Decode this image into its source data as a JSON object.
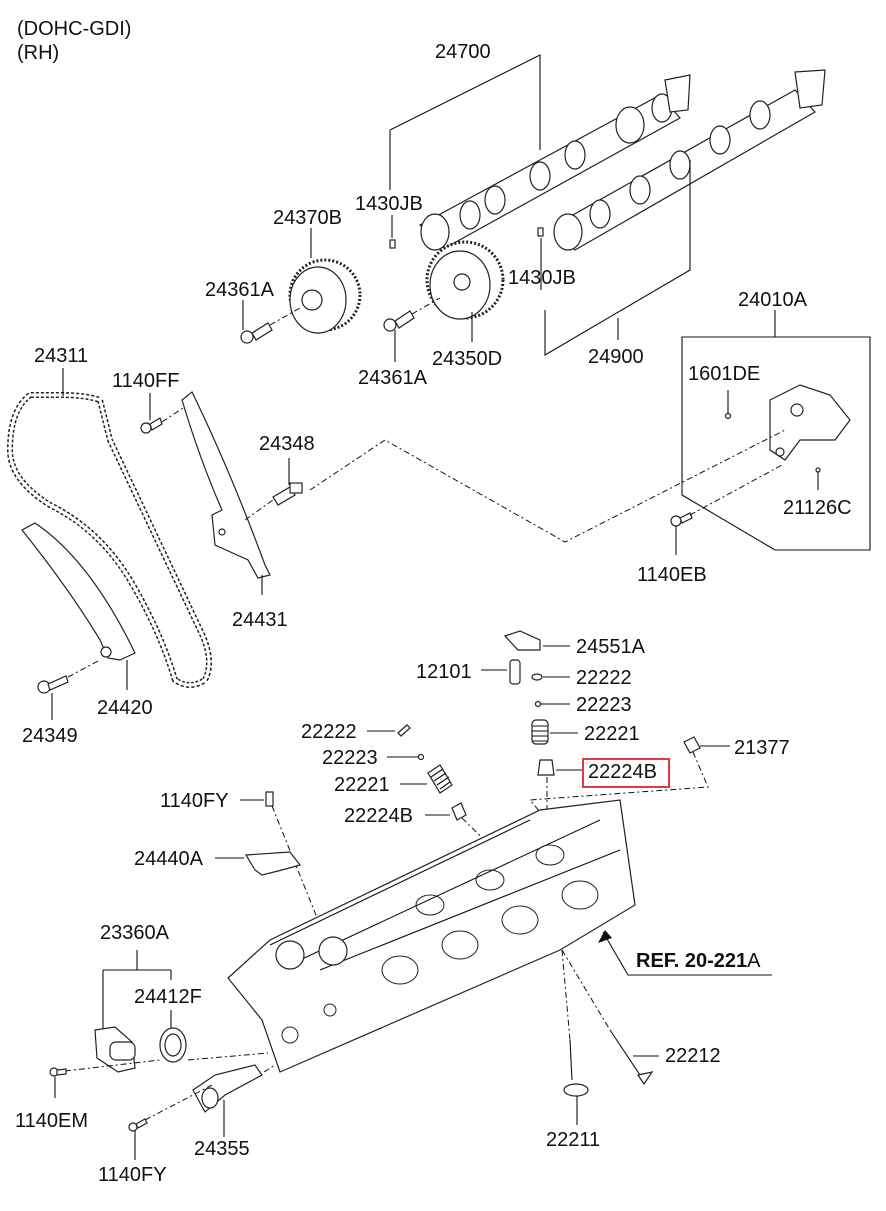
{
  "header": {
    "engine": "(DOHC-GDI)",
    "side": "(RH)"
  },
  "highlight": {
    "part": "22224B",
    "color": "#e23a3a"
  },
  "reference": {
    "prefix": "REF. 20-221",
    "suffix": "A"
  },
  "parts": [
    {
      "id": "p-24700",
      "label": "24700",
      "desc": "camshaft-assembly-intake"
    },
    {
      "id": "p-1430JB-a",
      "label": "1430JB",
      "desc": "pin"
    },
    {
      "id": "p-24370B",
      "label": "24370B",
      "desc": "cvvt-sprocket"
    },
    {
      "id": "p-24361A-a",
      "label": "24361A",
      "desc": "bolt"
    },
    {
      "id": "p-1430JB-b",
      "label": "1430JB",
      "desc": "pin"
    },
    {
      "id": "p-24350D",
      "label": "24350D",
      "desc": "cvvt-sprocket"
    },
    {
      "id": "p-24361A-b",
      "label": "24361A",
      "desc": "bolt"
    },
    {
      "id": "p-24900",
      "label": "24900",
      "desc": "camshaft-assembly-exhaust"
    },
    {
      "id": "p-24010A",
      "label": "24010A",
      "desc": "bracket-assembly"
    },
    {
      "id": "p-1601DE",
      "label": "1601DE",
      "desc": "plug"
    },
    {
      "id": "p-21126C",
      "label": "21126C",
      "desc": "dowel"
    },
    {
      "id": "p-1140EB",
      "label": "1140EB",
      "desc": "bolt"
    },
    {
      "id": "p-24311",
      "label": "24311",
      "desc": "timing-chain"
    },
    {
      "id": "p-1140FF",
      "label": "1140FF",
      "desc": "bolt"
    },
    {
      "id": "p-24348",
      "label": "24348",
      "desc": "pivot-bolt"
    },
    {
      "id": "p-24431",
      "label": "24431",
      "desc": "chain-guide"
    },
    {
      "id": "p-24420",
      "label": "24420",
      "desc": "chain-tensioner-arm"
    },
    {
      "id": "p-24349",
      "label": "24349",
      "desc": "bolt"
    },
    {
      "id": "p-24551A",
      "label": "24551A",
      "desc": "roller-rocker-arm"
    },
    {
      "id": "p-12101",
      "label": "12101",
      "desc": "lash-adjuster"
    },
    {
      "id": "p-22222-a",
      "label": "22222",
      "desc": "valve-spring-retainer"
    },
    {
      "id": "p-22223-a",
      "label": "22223",
      "desc": "valve-cotter"
    },
    {
      "id": "p-22221-a",
      "label": "22221",
      "desc": "valve-spring"
    },
    {
      "id": "p-22224B-a",
      "label": "22224B",
      "desc": "valve-stem-seal"
    },
    {
      "id": "p-21377",
      "label": "21377",
      "desc": "plug"
    },
    {
      "id": "p-22222-b",
      "label": "22222",
      "desc": "valve-spring-retainer"
    },
    {
      "id": "p-22223-b",
      "label": "22223",
      "desc": "valve-cotter"
    },
    {
      "id": "p-22221-b",
      "label": "22221",
      "desc": "valve-spring"
    },
    {
      "id": "p-22224B-b",
      "label": "22224B",
      "desc": "valve-stem-seal"
    },
    {
      "id": "p-1140FY-a",
      "label": "1140FY",
      "desc": "bolt"
    },
    {
      "id": "p-24440A",
      "label": "24440A",
      "desc": "bracket"
    },
    {
      "id": "p-23360A",
      "label": "23360A",
      "desc": "ocv-assembly"
    },
    {
      "id": "p-24412F",
      "label": "24412F",
      "desc": "gasket"
    },
    {
      "id": "p-1140EM",
      "label": "1140EM",
      "desc": "bolt"
    },
    {
      "id": "p-1140FY-b",
      "label": "1140FY",
      "desc": "bolt"
    },
    {
      "id": "p-24355",
      "label": "24355",
      "desc": "oil-control-valve"
    },
    {
      "id": "p-22212",
      "label": "22212",
      "desc": "exhaust-valve"
    },
    {
      "id": "p-22211",
      "label": "22211",
      "desc": "intake-valve"
    }
  ]
}
